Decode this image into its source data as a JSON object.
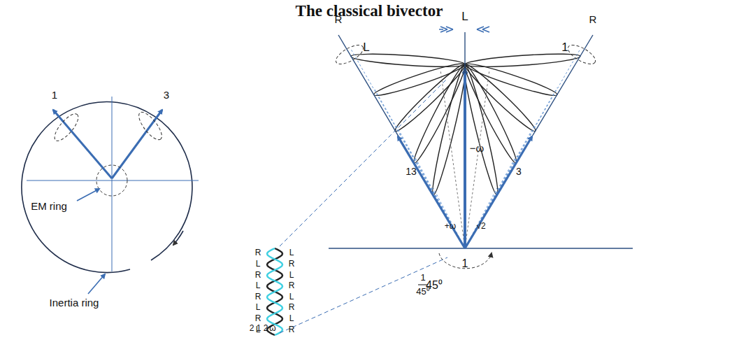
{
  "diagram": {
    "title": "The classical bivector",
    "labels": [
      "1",
      "3",
      "EM ring",
      "Inertia ring",
      "R",
      "L",
      "L",
      "R",
      "R",
      "L",
      "L",
      "R",
      "R",
      "L",
      "L",
      "R",
      "R",
      "L",
      "L",
      "R",
      "R",
      "L",
      "L",
      "R",
      "1",
      "−ω",
      "13",
      "3",
      "+ω",
      "√2",
      "1",
      "1",
      "45⁰",
      "45⁰",
      "2",
      "1",
      "2",
      "ω"
    ]
  }
}
